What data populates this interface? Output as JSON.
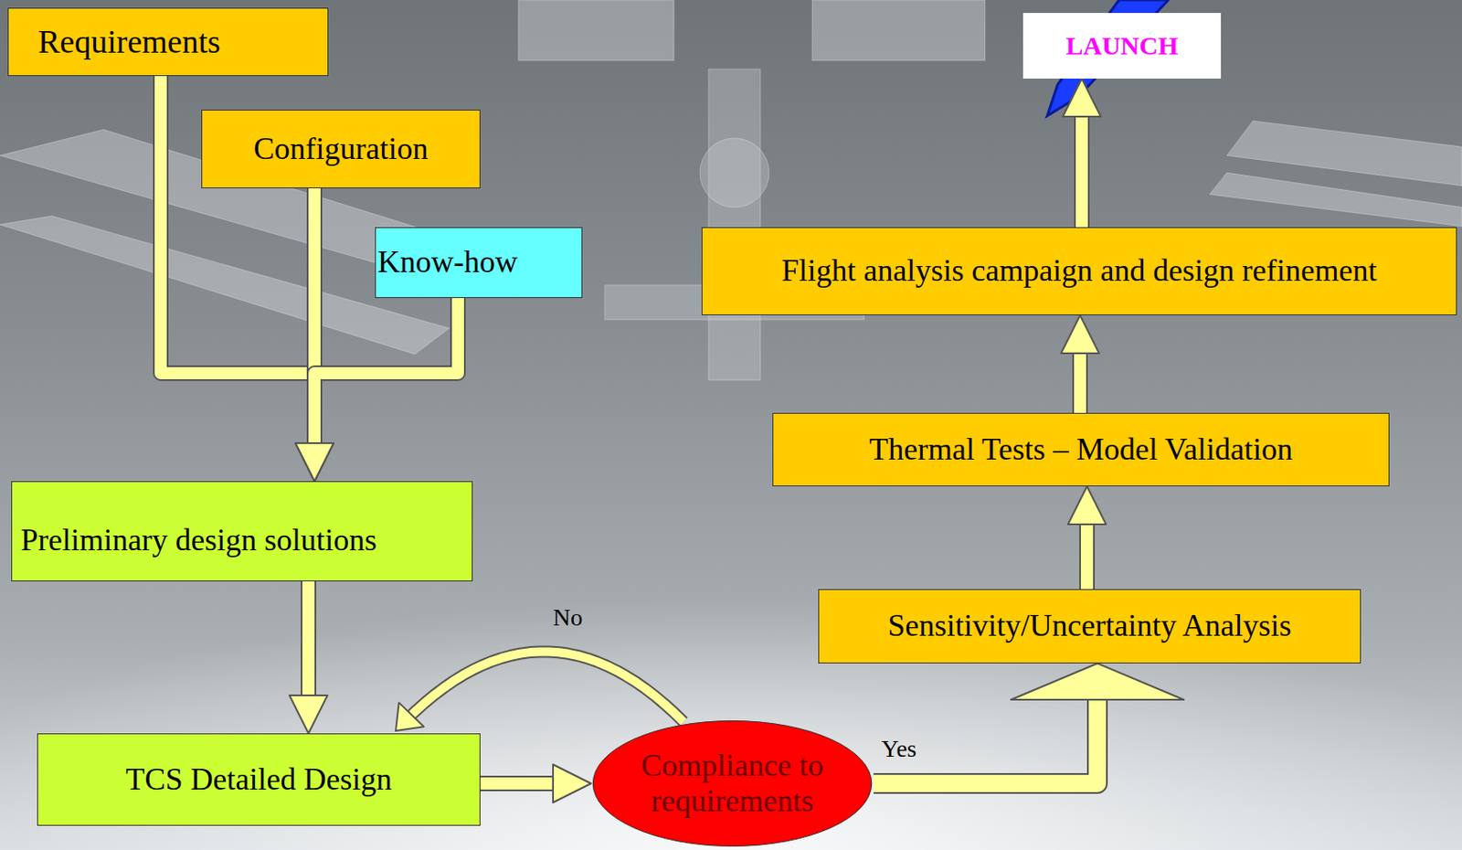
{
  "diagram": {
    "nodes": [
      {
        "text": [
          "Requirements"
        ]
      },
      {
        "text": [
          "LAUNCH"
        ]
      },
      {
        "text": [
          "Configuration"
        ]
      },
      {
        "text": [
          "Know-how"
        ]
      },
      {
        "text": [
          "Flight analysis campaign and design refinement"
        ]
      },
      {
        "text": [
          "Preliminary design solutions"
        ]
      },
      {
        "text": [
          "Thermal Tests – Model Validation"
        ]
      },
      {
        "text": [
          "Sensitivity/Uncertainty Analysis"
        ]
      },
      {
        "text": [
          "TCS Detailed Design"
        ]
      },
      {
        "text": [
          "Compliance to requirements"
        ]
      }
    ],
    "edges": [
      {
        "from": 0,
        "to": 5,
        "arrow": "to"
      },
      {
        "from": 2,
        "to": 5,
        "arrow": "to"
      },
      {
        "from": 3,
        "to": 5,
        "arrow": "to"
      },
      {
        "from": 5,
        "to": 8,
        "arrow": "to"
      },
      {
        "from": 8,
        "to": 9,
        "arrow": "to"
      },
      {
        "from": 9,
        "to": 8,
        "label": "No",
        "arrow": "to"
      },
      {
        "from": 9,
        "to": 7,
        "label": "Yes",
        "arrow": "to"
      },
      {
        "from": 7,
        "to": 6,
        "arrow": "to"
      },
      {
        "from": 6,
        "to": 4,
        "arrow": "to"
      },
      {
        "from": 4,
        "to": 1,
        "arrow": "to"
      }
    ]
  }
}
